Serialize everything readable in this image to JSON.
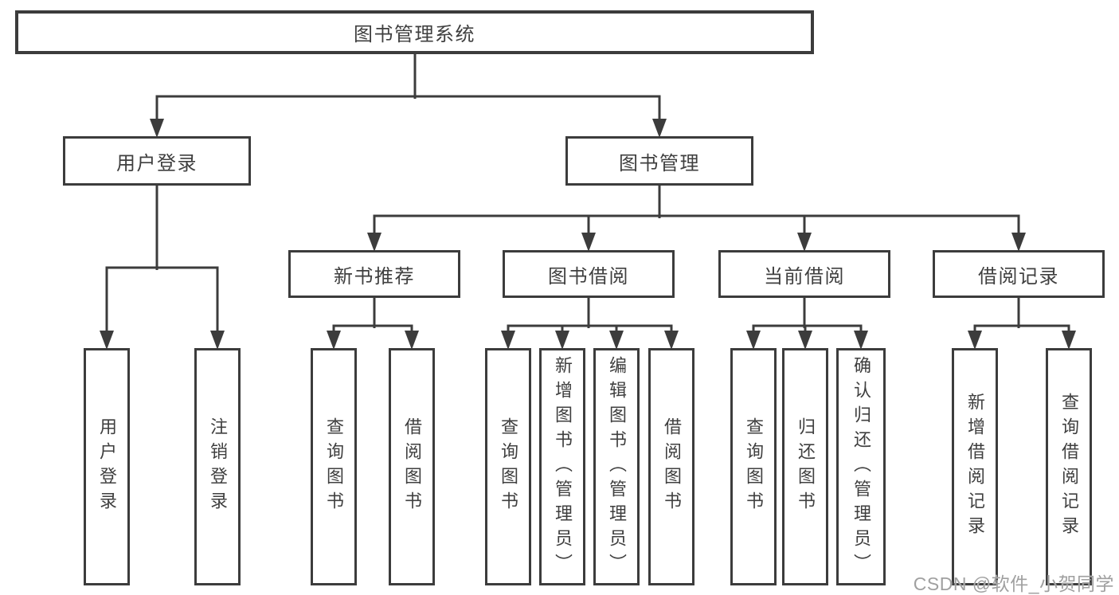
{
  "diagram": {
    "root": {
      "label": "图书管理系统"
    },
    "level2": [
      {
        "label": "用户登录"
      },
      {
        "label": "图书管理"
      }
    ],
    "level3": [
      {
        "label": "新书推荐"
      },
      {
        "label": "图书借阅"
      },
      {
        "label": "当前借阅"
      },
      {
        "label": "借阅记录"
      }
    ],
    "leaves": {
      "user_login": [
        "用户登录",
        "注销登录"
      ],
      "new_book": [
        "查询图书",
        "借阅图书"
      ],
      "book_borrow": [
        "查询图书",
        "新增图书（管理员）",
        "编辑图书（管理员）",
        "借阅图书"
      ],
      "current_borrow": [
        "查询图书",
        "归还图书",
        "确认归还（管理员）"
      ],
      "borrow_records": [
        "新增借阅记录",
        "查询借阅记录"
      ]
    }
  },
  "watermark": {
    "text": "CSDN @软件_小贺同学"
  },
  "colors": {
    "line": "#3c3c3c",
    "box_border": "#3c3c3c",
    "text": "#3f3f3f",
    "watermark": "#a0a0a0",
    "background": "#ffffff"
  }
}
